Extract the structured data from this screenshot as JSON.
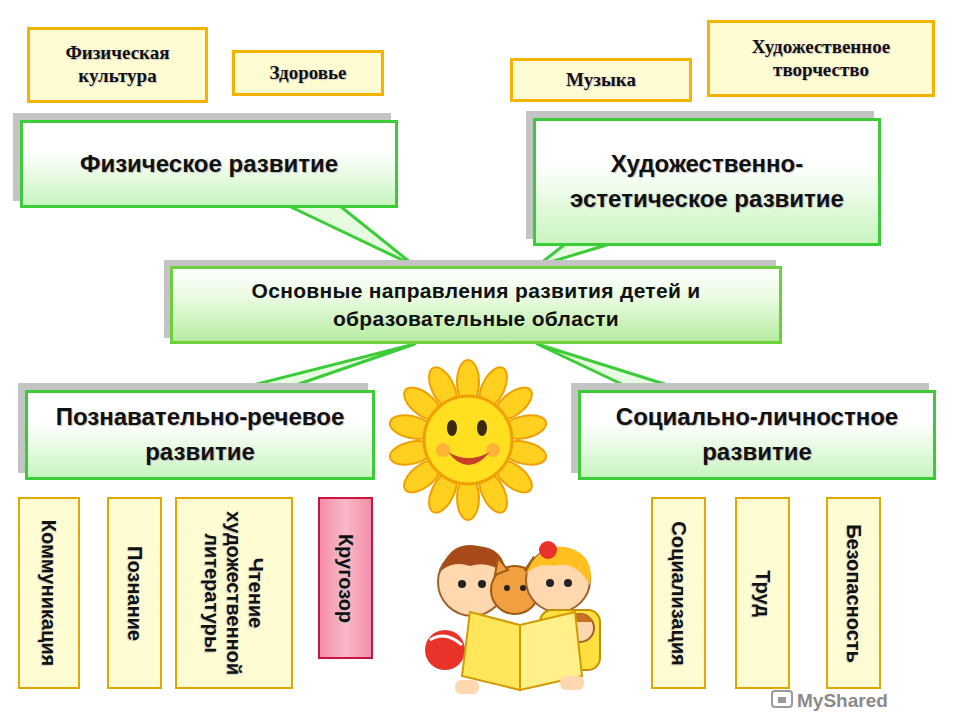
{
  "diagram": {
    "nodes": [
      {
        "text": [
          "Физическая культура"
        ]
      },
      {
        "text": [
          "Здоровье"
        ]
      },
      {
        "text": [
          "Музыка"
        ]
      },
      {
        "text": [
          "Художественное творчество"
        ]
      },
      {
        "text": [
          "Физическое развитие"
        ]
      },
      {
        "text": [
          "Художественно-эстетическое развитие"
        ]
      },
      {
        "text": [
          "Основные направления развития детей и образовательные области"
        ]
      },
      {
        "text": [
          "Познавательно-речевое развитие"
        ]
      },
      {
        "text": [
          "Социально-личностное развитие"
        ]
      },
      {
        "text": [
          "Коммуникация"
        ]
      },
      {
        "text": [
          "Познание"
        ]
      },
      {
        "text": [
          "Чтение художественной литературы"
        ]
      },
      {
        "text": [
          "Кругозор"
        ]
      },
      {
        "text": [
          "Социализация"
        ]
      },
      {
        "text": [
          "Труд"
        ]
      },
      {
        "text": [
          "Безопасность"
        ]
      }
    ],
    "edges": [
      {
        "from": 6,
        "to": 4,
        "arrow": "none"
      },
      {
        "from": 6,
        "to": 5,
        "arrow": "none"
      },
      {
        "from": 6,
        "to": 7,
        "arrow": "none"
      },
      {
        "from": 6,
        "to": 8,
        "arrow": "none"
      }
    ],
    "labels": [
      "MyShared"
    ]
  }
}
